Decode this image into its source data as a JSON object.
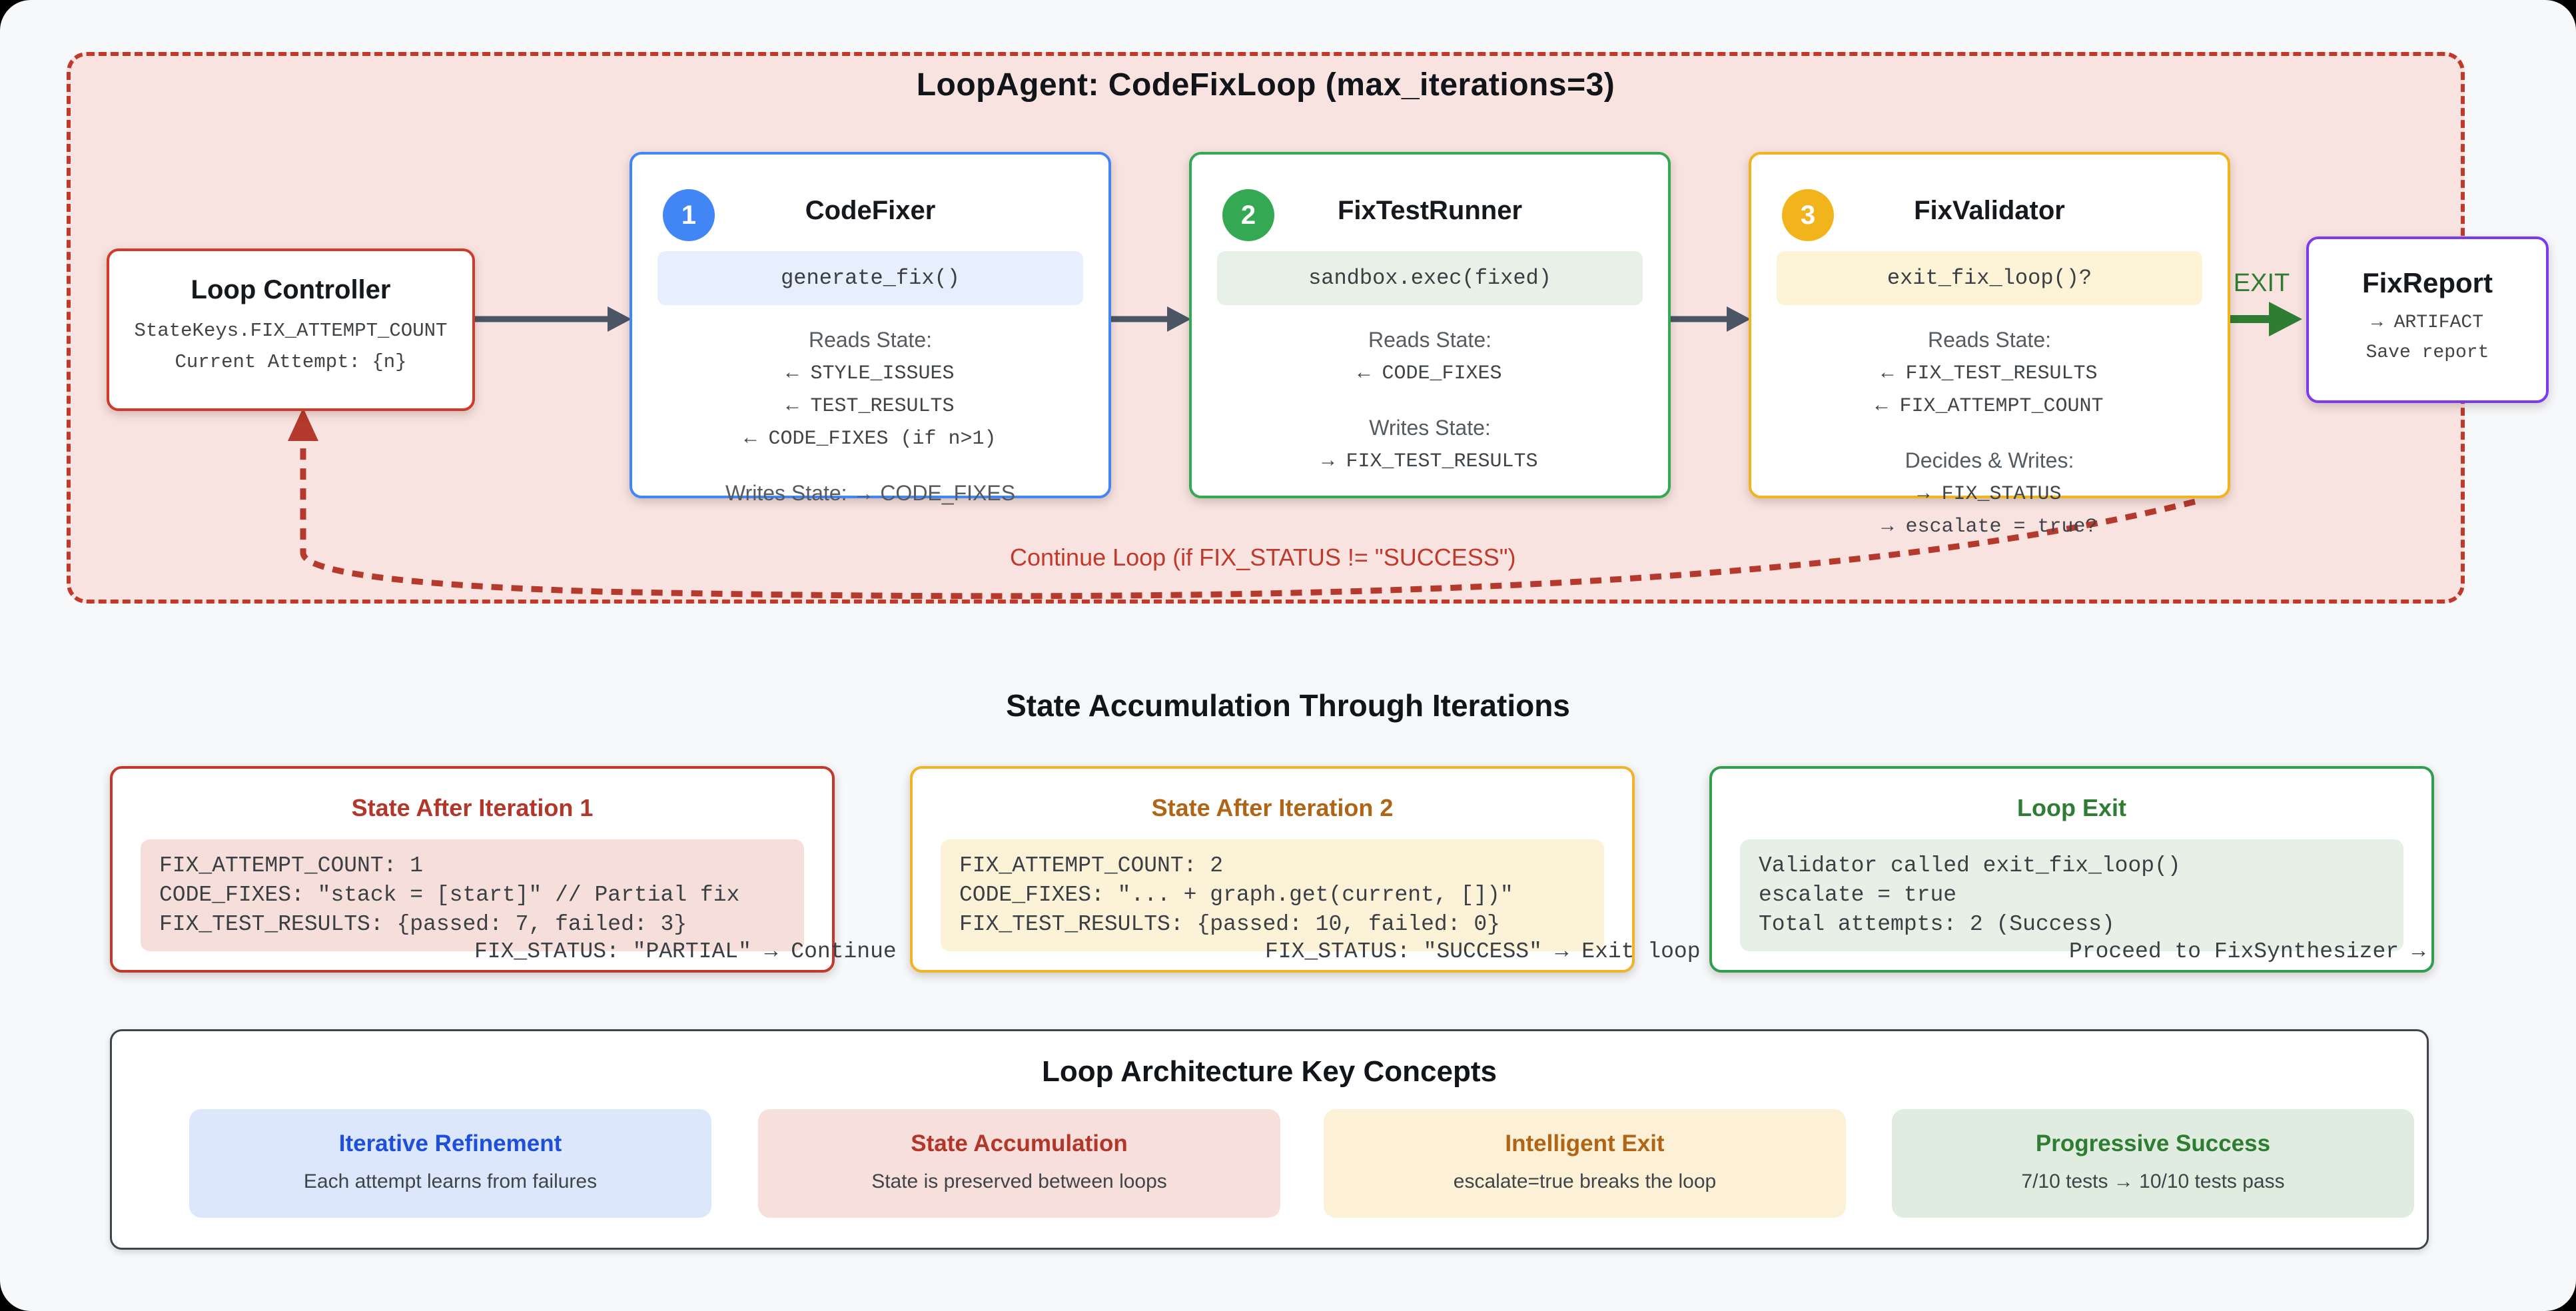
{
  "colors": {
    "container_bg": "#f8e3e0",
    "container_border": "#c0392b",
    "blue": "#4285f4",
    "green": "#34a853",
    "yellow": "#f2b41c",
    "purple": "#7c3aed",
    "exit_green": "#2e7d32",
    "arrow_gray": "#4b5563",
    "page_bg": "#f6f8fa"
  },
  "loop": {
    "title": "LoopAgent: CodeFixLoop (max_iterations=3)",
    "exit_label": "EXIT",
    "continue_label": "Continue Loop (if FIX_STATUS != \"SUCCESS\")",
    "controller": {
      "title": "Loop Controller",
      "line1": "StateKeys.FIX_ATTEMPT_COUNT",
      "line2": "Current Attempt: {n}"
    },
    "agents": [
      {
        "number": "1",
        "title": "CodeFixer",
        "code": "generate_fix()",
        "reads_label": "Reads State:",
        "reads": [
          "← STYLE_ISSUES",
          "← TEST_RESULTS",
          "← CODE_FIXES (if n>1)"
        ],
        "writes_label": "Writes State: → CODE_FIXES"
      },
      {
        "number": "2",
        "title": "FixTestRunner",
        "code": "sandbox.exec(fixed)",
        "reads_label": "Reads State:",
        "reads": [
          "← CODE_FIXES"
        ],
        "writes_label": "Writes State:",
        "writes": [
          "→ FIX_TEST_RESULTS"
        ]
      },
      {
        "number": "3",
        "title": "FixValidator",
        "code": "exit_fix_loop()?",
        "reads_label": "Reads State:",
        "reads": [
          "← FIX_TEST_RESULTS",
          "← FIX_ATTEMPT_COUNT"
        ],
        "writes_label": "Decides & Writes:",
        "writes": [
          "→ FIX_STATUS",
          "→ escalate = true?"
        ]
      }
    ],
    "report": {
      "title": "FixReport",
      "line1": "→ ARTIFACT",
      "line2": "Save report"
    }
  },
  "state_section": {
    "title": "State Accumulation Through Iterations",
    "boxes": [
      {
        "title": "State After Iteration 1",
        "lines": [
          "FIX_ATTEMPT_COUNT: 1",
          "CODE_FIXES: \"stack = [start]\" // Partial fix",
          "FIX_TEST_RESULTS: {passed: 7, failed: 3}"
        ],
        "note": "FIX_STATUS: \"PARTIAL\" → Continue loop"
      },
      {
        "title": "State After Iteration 2",
        "lines": [
          "FIX_ATTEMPT_COUNT: 2",
          "CODE_FIXES: \"... + graph.get(current, [])\"",
          "FIX_TEST_RESULTS: {passed: 10, failed: 0}"
        ],
        "note": "FIX_STATUS: \"SUCCESS\" → Exit loop"
      },
      {
        "title": "Loop Exit",
        "lines": [
          "Validator called exit_fix_loop()",
          "escalate = true",
          "Total attempts: 2 (Success)"
        ],
        "note": "Proceed to FixSynthesizer →"
      }
    ]
  },
  "concepts": {
    "title": "Loop Architecture Key Concepts",
    "items": [
      {
        "title": "Iterative Refinement",
        "subtitle": "Each attempt learns from failures"
      },
      {
        "title": "State Accumulation",
        "subtitle": "State is preserved between loops"
      },
      {
        "title": "Intelligent Exit",
        "subtitle": "escalate=true breaks the loop"
      },
      {
        "title": "Progressive Success",
        "subtitle": "7/10 tests → 10/10 tests pass"
      }
    ]
  }
}
